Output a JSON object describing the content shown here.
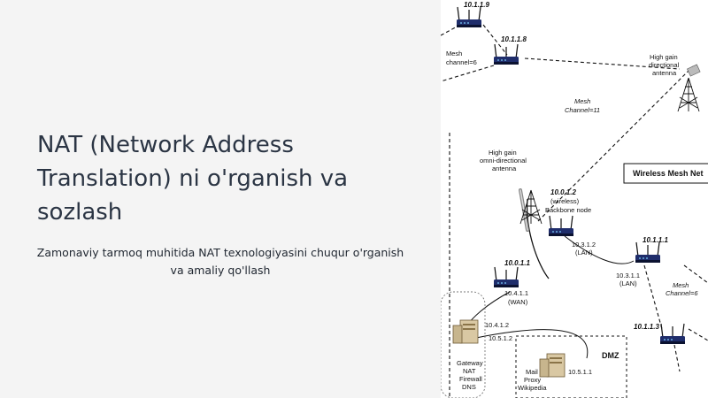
{
  "slide": {
    "title_line1": "NAT (Network Address",
    "title_line2": "Translation) ni o'rganish va",
    "title_line3": "sozlash",
    "subtitle_line1": "Zamonaviy tarmoq muhitida NAT texnologiyasini chuqur o'rganish",
    "subtitle_line2": "va amaliy qo'llash"
  },
  "diagram": {
    "box_title": "Wireless Mesh Net",
    "routers": {
      "r1": {
        "ip": "10.1.1.9"
      },
      "r2": {
        "ip": "10.1.1.8"
      },
      "backbone": {
        "ip": "10.0.1.2",
        "note": "(wireless)",
        "role": "Backbone node"
      },
      "wan": {
        "ip": "10.0.1.1"
      },
      "right1": {
        "ip": "10.1.1.1"
      },
      "right3": {
        "ip": "10.1.1.3"
      }
    },
    "labels": {
      "mesh6_a_l1": "Mesh",
      "mesh6_a_l2": "channel=6",
      "mesh11_l1": "Mesh",
      "mesh11_l2": "Channel=11",
      "mesh6_b_l1": "Mesh",
      "mesh6_b_l2": "Channel=6",
      "hg_dir_l1": "High gain",
      "hg_dir_l2": "directional",
      "hg_dir_l3": "antenna",
      "hg_omni_l1": "High gain",
      "hg_omni_l2": "omni-directional",
      "hg_omni_l3": "antenna",
      "ip_10312": "10.3.1.2",
      "lan_a": "(LAN)",
      "ip_10311": "10.3.1.1",
      "lan_b": "(LAN)",
      "ip_10411": "10.4.1.1",
      "wan": "(WAN)",
      "ip_10412": "10.4.1.2",
      "ip_10512": "10.5.1.2",
      "ip_10511": "10.5.1.1",
      "dmz": "DMZ",
      "gw_l1": "Gateway",
      "gw_l2": "NAT",
      "gw_l3": "Firewall",
      "gw_l4": "DNS",
      "mail_l1": "Mail",
      "mail_l2": "Proxy",
      "mail_l3": "Wikipedia"
    }
  },
  "colors": {
    "background": "#f4f4f4",
    "title": "#2b3544",
    "router": "#1f2d6b"
  }
}
